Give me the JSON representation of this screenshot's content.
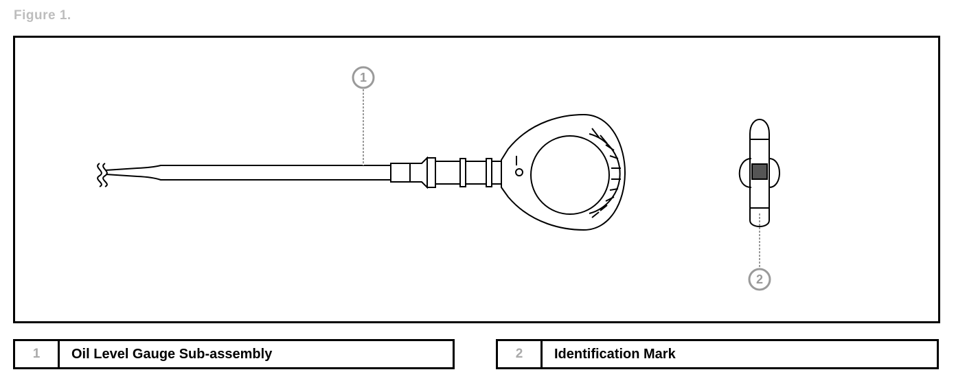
{
  "figure": {
    "title": "Figure 1."
  },
  "callouts": [
    {
      "id": "1"
    },
    {
      "id": "2"
    }
  ],
  "legend": [
    {
      "num": "1",
      "label": "Oil Level Gauge Sub-assembly"
    },
    {
      "num": "2",
      "label": "Identification Mark"
    }
  ],
  "colors": {
    "line": "#000000",
    "leader": "#9a9a9a",
    "frame": "#000000"
  }
}
